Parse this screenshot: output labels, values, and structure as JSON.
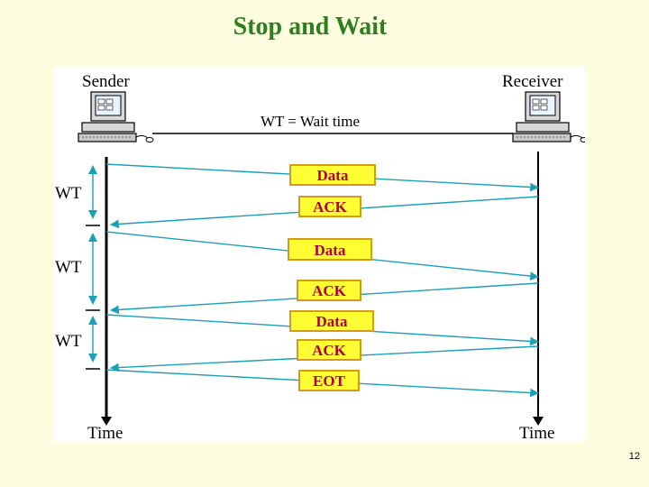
{
  "slide": {
    "title": "Stop and Wait",
    "page_number": "12"
  },
  "diagram": {
    "sender_label": "Sender",
    "receiver_label": "Receiver",
    "legend": "WT = Wait time",
    "time_label_left": "Time",
    "time_label_right": "Time",
    "wait_labels": [
      "WT",
      "WT",
      "WT"
    ],
    "frames": [
      {
        "label": "Data",
        "direction": "sender-to-receiver"
      },
      {
        "label": "ACK",
        "direction": "receiver-to-sender"
      },
      {
        "label": "Data",
        "direction": "sender-to-receiver"
      },
      {
        "label": "ACK",
        "direction": "receiver-to-sender"
      },
      {
        "label": "Data",
        "direction": "sender-to-receiver"
      },
      {
        "label": "ACK",
        "direction": "receiver-to-sender"
      },
      {
        "label": "EOT",
        "direction": "sender-to-receiver"
      }
    ],
    "colors": {
      "arrow": "#1aa0b8",
      "frame_fill": "#ffff33",
      "frame_border": "#d69a1a",
      "frame_text": "#b3003b",
      "title": "#2e7d1e"
    }
  }
}
